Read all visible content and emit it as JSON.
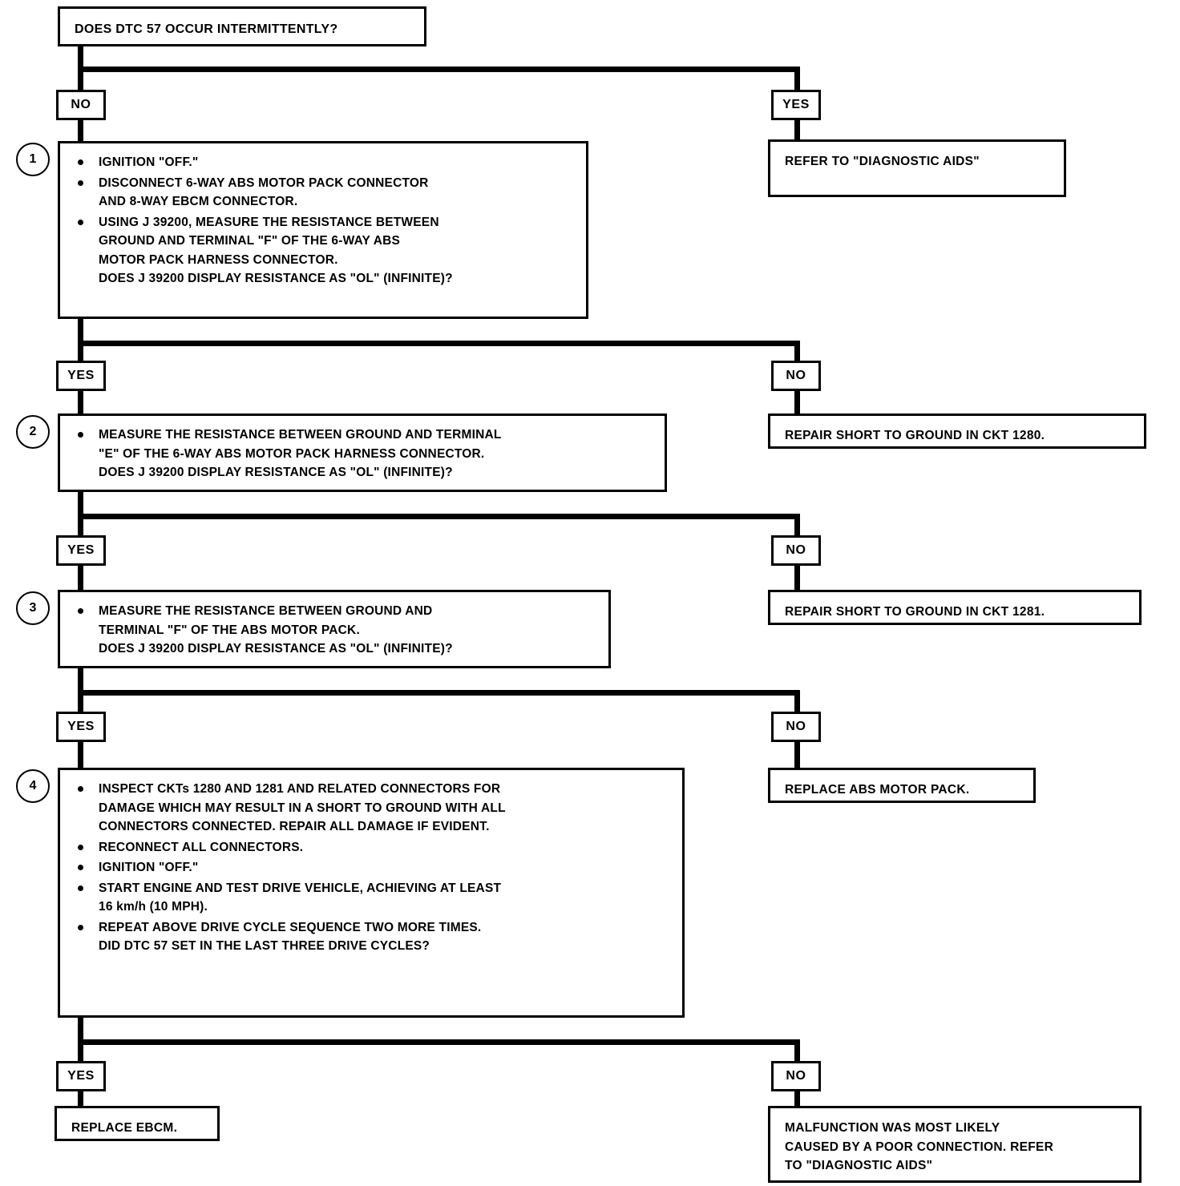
{
  "diagram": {
    "title": "DOES DTC 57 OCCUR INTERMITTENTLY?",
    "labels": {
      "yes": "YES",
      "no": "NO"
    },
    "numbers": {
      "one": "1",
      "two": "2",
      "three": "3",
      "four": "4"
    },
    "nodes": {
      "start_question": {
        "text": "DOES DTC 57 OCCUR INTERMITTENTLY?"
      },
      "refer_diagnostic_aids": {
        "text": "REFER TO \"DIAGNOSTIC AIDS\""
      },
      "step1": {
        "number": "1",
        "bullets": [
          {
            "text": "IGNITION \"OFF.\""
          },
          {
            "text": "DISCONNECT 6-WAY ABS MOTOR PACK CONNECTOR\nAND 8-WAY EBCM CONNECTOR."
          },
          {
            "text": "USING J 39200, MEASURE THE RESISTANCE BETWEEN\nGROUND AND TERMINAL \"F\" OF THE 6-WAY ABS\nMOTOR PACK HARNESS CONNECTOR.",
            "tail": "DOES J 39200 DISPLAY RESISTANCE AS \"OL\" (INFINITE)?"
          }
        ]
      },
      "repair_short_1280": {
        "text": "REPAIR SHORT TO GROUND IN CKT 1280."
      },
      "step2": {
        "number": "2",
        "bullets": [
          {
            "text": "MEASURE THE RESISTANCE BETWEEN GROUND AND TERMINAL\n\"E\" OF THE 6-WAY ABS MOTOR PACK HARNESS CONNECTOR.",
            "tail": "DOES J 39200 DISPLAY RESISTANCE AS \"OL\" (INFINITE)?"
          }
        ]
      },
      "repair_short_1281": {
        "text": "REPAIR SHORT TO GROUND IN CKT 1281."
      },
      "step3": {
        "number": "3",
        "bullets": [
          {
            "text": "MEASURE THE RESISTANCE BETWEEN GROUND AND\nTERMINAL \"F\" OF THE ABS MOTOR PACK.",
            "tail": "DOES J 39200 DISPLAY RESISTANCE AS \"OL\" (INFINITE)?"
          }
        ]
      },
      "replace_abs_motor_pack": {
        "text": "REPLACE ABS MOTOR PACK."
      },
      "step4": {
        "number": "4",
        "bullets": [
          {
            "text": "INSPECT CKTs 1280 AND 1281 AND RELATED CONNECTORS FOR\nDAMAGE WHICH MAY RESULT IN A SHORT TO GROUND WITH ALL\nCONNECTORS CONNECTED.  REPAIR ALL DAMAGE IF EVIDENT."
          },
          {
            "text": "RECONNECT ALL CONNECTORS."
          },
          {
            "text": "IGNITION \"OFF.\""
          },
          {
            "text": "START ENGINE AND TEST DRIVE VEHICLE, ACHIEVING AT LEAST\n16 km/h (10 MPH)."
          },
          {
            "text": "REPEAT ABOVE DRIVE CYCLE SEQUENCE TWO MORE TIMES.",
            "tail": "DID DTC 57 SET IN THE LAST THREE DRIVE CYCLES?"
          }
        ]
      },
      "replace_ebcm": {
        "text": "REPLACE EBCM."
      },
      "poor_connection": {
        "text": "MALFUNCTION WAS MOST LIKELY\nCAUSED BY A POOR CONNECTION.  REFER\nTO \"DIAGNOSTIC AIDS\""
      }
    }
  }
}
